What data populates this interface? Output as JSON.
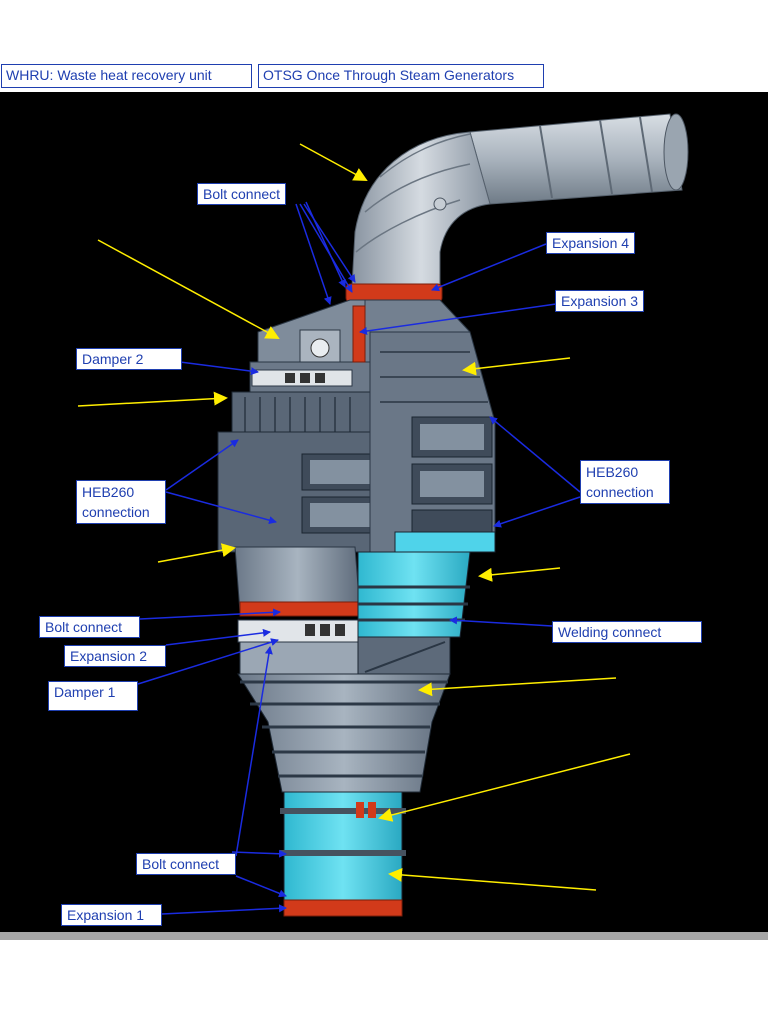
{
  "legend": {
    "whru": "WHRU: Waste heat recovery unit",
    "otsg": "OTSG Once Through Steam Generators"
  },
  "labels": {
    "bolt_connect_top": "Bolt connect",
    "expansion_4": "Expansion 4",
    "expansion_3": "Expansion 3",
    "damper_2": "Damper 2",
    "heb260_left": "HEB260 connection",
    "heb260_right": "HEB260 connection",
    "bolt_connect_mid": "Bolt connect",
    "welding_connect": "Welding connect",
    "expansion_2": "Expansion 2",
    "damper_1": "Damper 1",
    "bolt_connect_bottom": "Bolt connect",
    "expansion_1": "Expansion 1"
  },
  "colors": {
    "background": "#000000",
    "label_text": "#1f3fb0",
    "leader_line": "#1a2be0",
    "yellow_arrow": "#ffee00",
    "expansion_joint": "#d23a1a",
    "steel": "#8a98a8",
    "steel_dark": "#3c4a5c",
    "cyan_duct": "#4fd3ea"
  }
}
